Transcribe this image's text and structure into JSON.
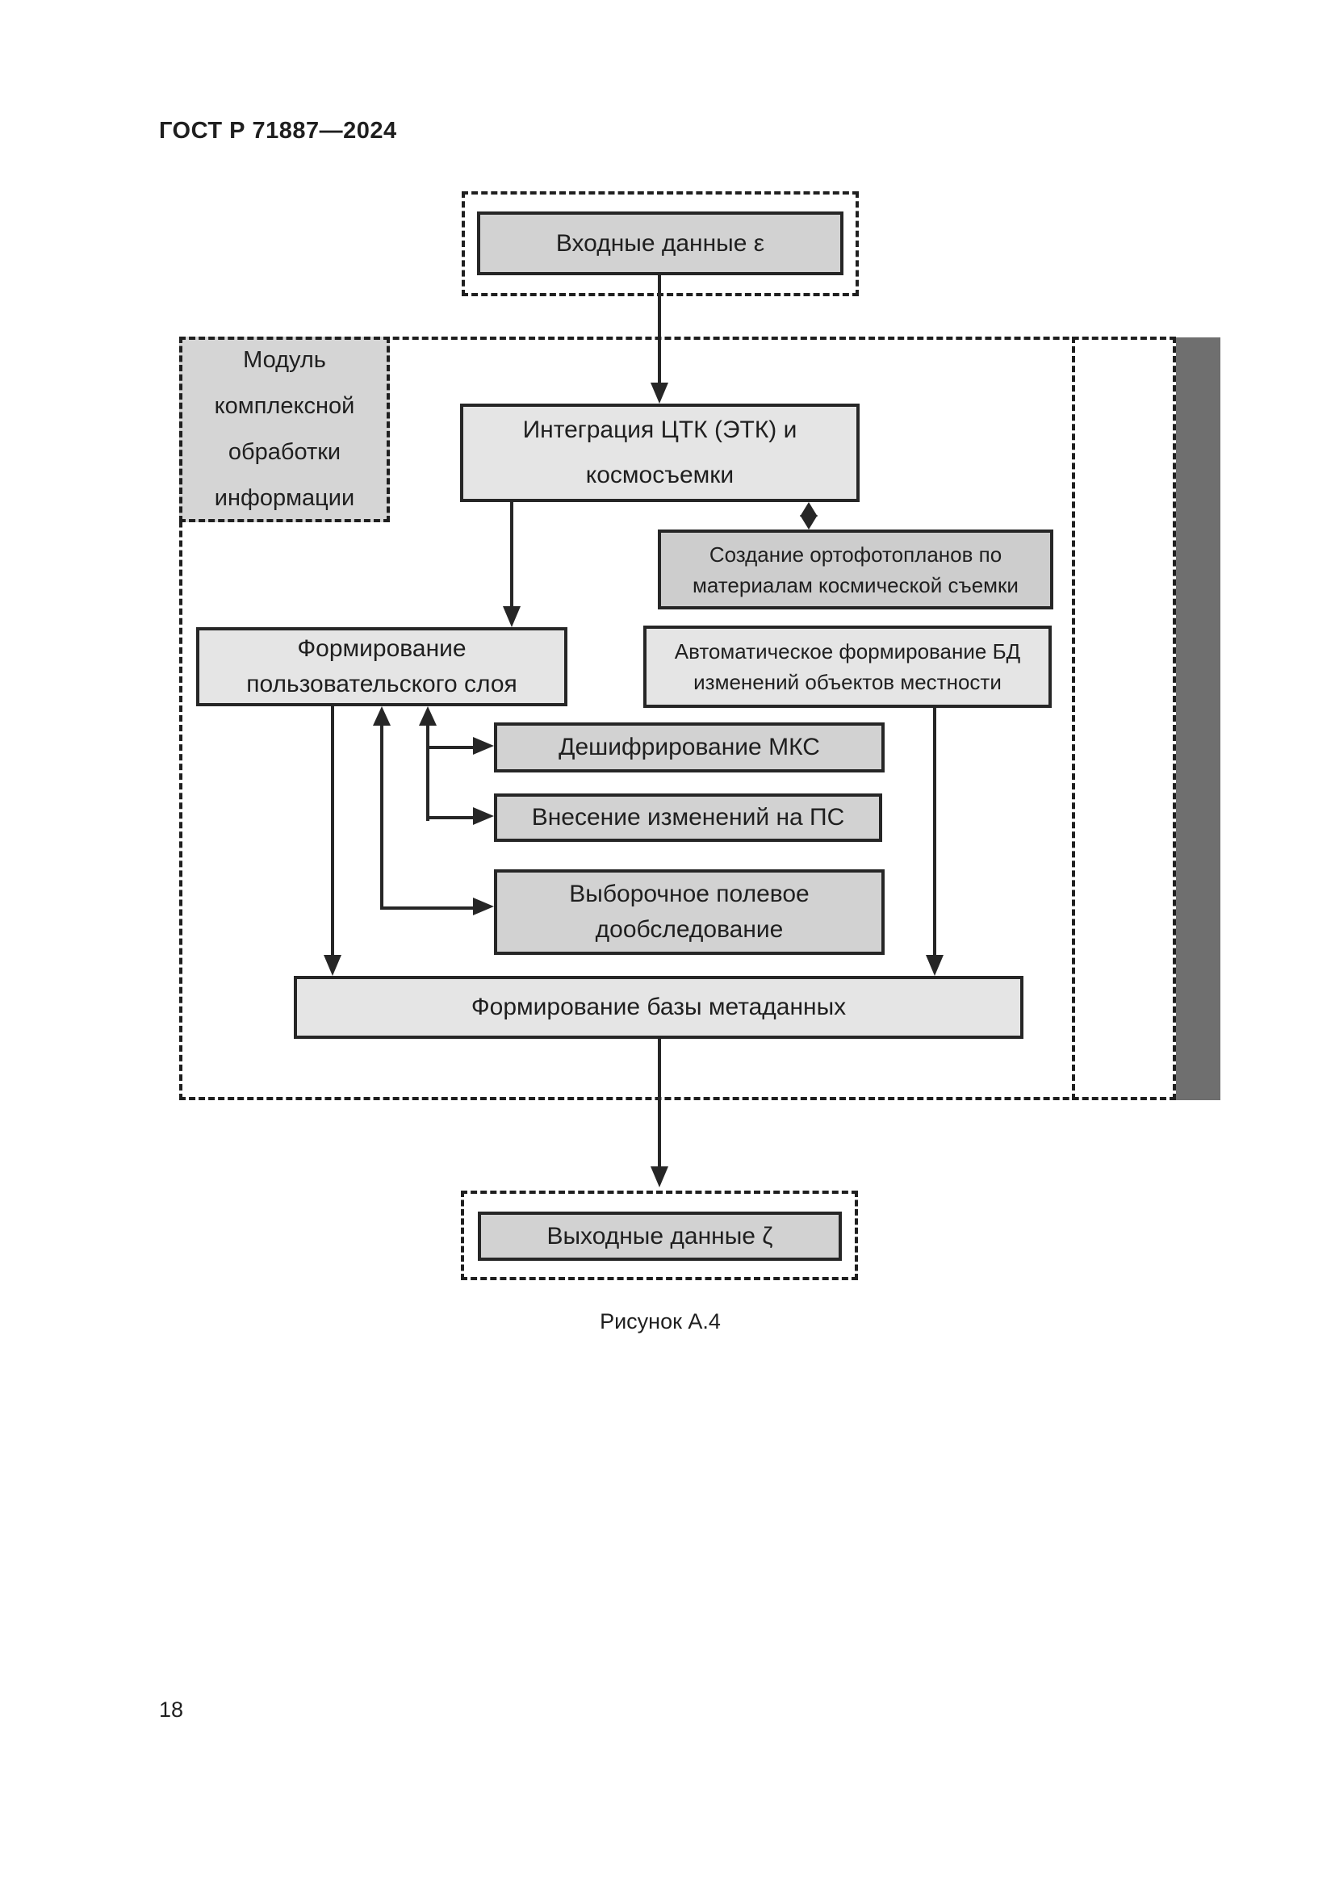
{
  "page": {
    "header": "ГОСТ Р 71887—2024",
    "page_number": "18",
    "figure_caption": "Рисунок А.4"
  },
  "diagram": {
    "input_box": "Входные данные ε",
    "module_label": "Модуль\nкомплексной\nобработки\nинформации",
    "integration_box": "Интеграция ЦТК (ЭТК) и\nкосмосъемки",
    "ortho_box": "Создание ортофотопланов по\nматериалам космической съемки",
    "user_layer_box": "Формирование\nпользовательского слоя",
    "auto_db_box": "Автоматическое формирование БД\nизменений объектов местности",
    "mks_box": "Дешифрирование МКС",
    "ps_box": "Внесение изменений на ПС",
    "field_survey_box": "Выборочное полевое\nдообследование",
    "metadata_box": "Формирование базы метаданных",
    "output_box": "Выходные данные ζ"
  },
  "colors": {
    "ink": "#1f1f1f",
    "box_border": "#262626",
    "fill_light": "#e5e5e5",
    "fill_mid": "#d2d2d2",
    "fill_ortho": "#cdcdcd",
    "fill_module": "#d5d5d5",
    "sidebar_bar": "#6f6f6f",
    "paper": "#ffffff"
  }
}
